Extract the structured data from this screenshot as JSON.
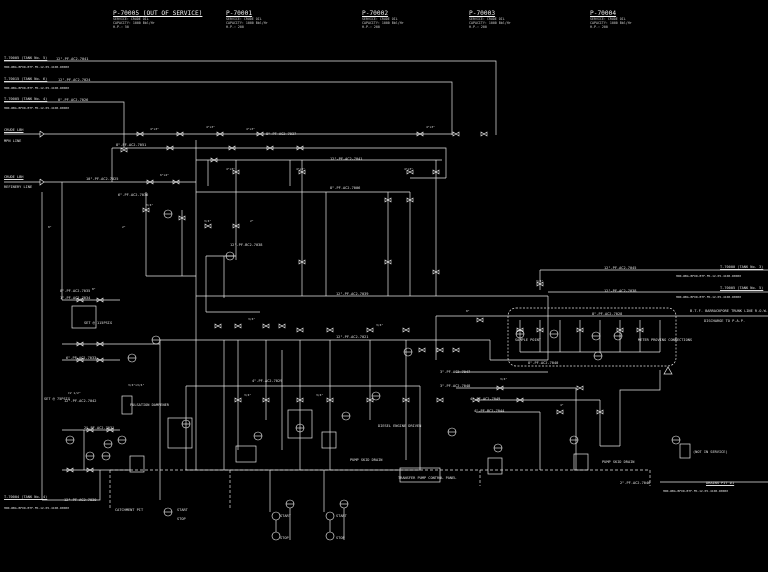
{
  "pumps": [
    {
      "tag": "P-70005 (OUT OF SERVICE)",
      "d1": "SERVICE: CRUDE OIL",
      "d2": "CAPACITY: 1000 Bbl/Hr",
      "d3": "H.P.: 50"
    },
    {
      "tag": "P-70001",
      "d1": "SERVICE: CRUDE OIL",
      "d2": "CAPACITY: 1000 Bbl/Hr",
      "d3": "H.P.: 200"
    },
    {
      "tag": "P-70002",
      "d1": "SERVICE: CRUDE OIL",
      "d2": "CAPACITY: 1000 Bbl/Hr",
      "d3": "H.P.: 200"
    },
    {
      "tag": "P-70003",
      "d1": "SERVICE: CRUDE OIL",
      "d2": "CAPACITY: 1000 Bbl/Hr",
      "d3": "H.P.: 200"
    },
    {
      "tag": "P-70004",
      "d1": "SERVICE: CRUDE OIL",
      "d2": "CAPACITY: 1000 Bbl/Hr",
      "d3": "H.P.: 200"
    }
  ],
  "left_lines": [
    {
      "label": "T-70005 (TANK No. 5)",
      "ref": "HDR-WBG-BFOR-BTF-FR-12-05-4100-R0000",
      "line": "12\"-PF-AC2-7041"
    },
    {
      "label": "T-70015 (TANK No. 6)",
      "ref": "HDR-WBG-BFOR-BTF-FR-12-05-4100-R0000",
      "line": "12\"-PF-AC2-7024"
    },
    {
      "label": "T-70005 (TANK No. 4)",
      "ref": "HDR-WBG-BFOR-BTF-FR-12-05-4100-R0000",
      "line": "8\"-PF-AC2-7026"
    },
    {
      "label": "CRUDE LBH",
      "ref": "MPN LINE",
      "line": "8\"-PF-AC2-7037"
    },
    {
      "label": "CRUDE LBH",
      "ref": "REFINERY LINE",
      "line": "10\"-PF-AC2-7025"
    }
  ],
  "bottom_left": {
    "label": "T-70004 (TANK No. 4)",
    "ref": "HDR-WBG-BFOR-BTF-FR-12-05-4100-R0000",
    "line": "12\"-PF-AC2-7030"
  },
  "right_lines": [
    {
      "label": "T-70000 (TANK No. 3)",
      "ref": "HDR-WBG-BFOR-BTF-FR-12-05-4100-R0000",
      "line": "12\"-PF-AC2-7045"
    },
    {
      "label": "T-70005 (TANK No. 5)",
      "ref": "HDR-WBG-BFOR-BTF-FR-12-05-4100-R0000",
      "line": "12\"-PF-AC2-7038"
    }
  ],
  "trunk": {
    "line1": "B.T.F. BARRACKPORE TRUNK LINE R.O.W.",
    "line2": "DISCHARGE TO P.A.P."
  },
  "proving": {
    "label": "METER PROVING CONNECTIONS",
    "sample": "SAMPLE POINT",
    "line": "8\"-PF-AC2-7028"
  },
  "drain": {
    "label": "DRAINS PIT #1",
    "line": "2\"-PF-AC2-7046",
    "ref": "HDR-WBG-BFOR-BTF-FR-12-05-4100-R0000"
  },
  "notes": {
    "not_in_service": "(NOT IN SERVICE)",
    "pulsation": "PULSATION DAMPENER",
    "catchment": "CATCHMENT PIT",
    "diesel": "DIESEL ENGINE DRIVEN",
    "transfer": "TRANSFER PUMP CONTROL PANEL",
    "pump_skid": "PUMP SKID DRAIN",
    "set1": "SET @ 115PSIG",
    "set2": "SET @ 75PSIG",
    "start": "START",
    "stop": "STOP"
  },
  "line_tags": [
    "12\"-PF-AC2-7041",
    "12\"-PF-AC2-7024",
    "8\"-PF-AC2-7026",
    "8\"-PF-AC2-7037",
    "8\"-PF-AC2-7051",
    "10\"-PF-AC2-7025",
    "6\"-PF-AC2-7036",
    "12\"-PF-AC2-7041",
    "8\"-PF-AC2-7006",
    "12\"-PF-BC2-7038",
    "8\"-PF-AC2-7035",
    "1\"-PF-AC2-7034",
    "6\"-PF-AC2-7033",
    "12\"-PF-AC2-7039",
    "12\"-PF-AC2-7021",
    "3\"-PF-AC2-7047",
    "3\"-PF-AC2-7048",
    "4\"-PF-AC2-7049",
    "4\"-PF-BC2-7044",
    "8\"-PF-AC2-7040",
    "2\"-PF-AC2-7031",
    "12\"-PF-AC2-7042",
    "4\"-PF-AC2-7029"
  ]
}
